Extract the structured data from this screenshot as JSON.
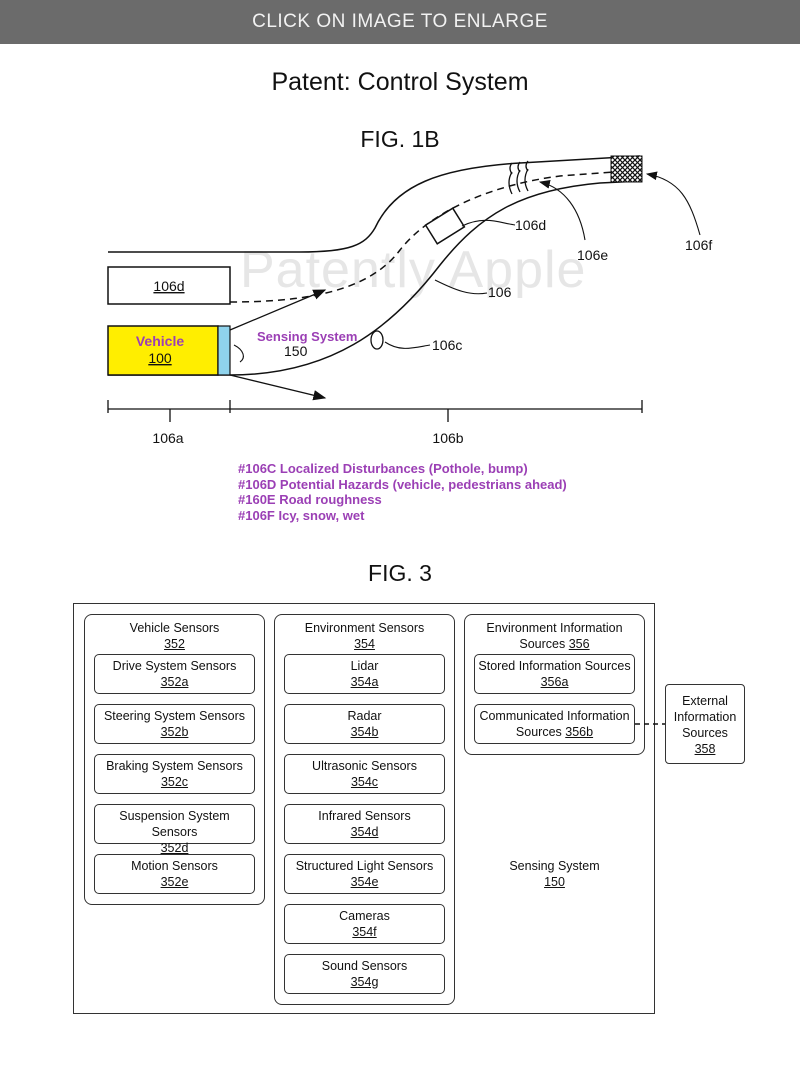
{
  "banner": "CLICK ON IMAGE TO ENLARGE",
  "title": "Patent: Control System",
  "fig1b": {
    "label": "FIG. 1B",
    "watermark": "Patently Apple",
    "box_106d": "106d",
    "vehicle_name": "Vehicle",
    "vehicle_num": "100",
    "sensing_label": "Sensing System",
    "sensing_num": "150",
    "ref_106d": "106d",
    "ref_106e": "106e",
    "ref_106f": "106f",
    "ref_106": "106",
    "ref_106c": "106c",
    "ref_106a": "106a",
    "ref_106b": "106b",
    "notes": [
      "#106C Localized Disturbances (Pothole, bump)",
      "#106D Potential Hazards (vehicle, pedestrians ahead)",
      "#160E Road roughness",
      "#106F Icy, snow, wet"
    ]
  },
  "fig3": {
    "label": "FIG. 3",
    "vehicle_sensors": {
      "title": "Vehicle Sensors",
      "num": "352",
      "items": [
        {
          "name": "Drive System Sensors",
          "num": "352a"
        },
        {
          "name": "Steering System Sensors",
          "num": "352b"
        },
        {
          "name": "Braking System Sensors",
          "num": "352c"
        },
        {
          "name": "Suspension System Sensors",
          "num": "352d"
        },
        {
          "name": "Motion Sensors",
          "num": "352e"
        }
      ]
    },
    "environment_sensors": {
      "title": "Environment Sensors",
      "num": "354",
      "items": [
        {
          "name": "Lidar",
          "num": "354a"
        },
        {
          "name": "Radar",
          "num": "354b"
        },
        {
          "name": "Ultrasonic Sensors",
          "num": "354c"
        },
        {
          "name": "Infrared Sensors",
          "num": "354d"
        },
        {
          "name": "Structured Light Sensors",
          "num": "354e"
        },
        {
          "name": "Cameras",
          "num": "354f"
        },
        {
          "name": "Sound Sensors",
          "num": "354g"
        }
      ]
    },
    "env_info": {
      "title_line1": "Environment Information",
      "title_line2": "Sources",
      "num": "356",
      "stored": {
        "name": "Stored Information Sources",
        "num": "356a"
      },
      "communicated": {
        "line1": "Communicated Information",
        "line2": "Sources",
        "num": "356b"
      }
    },
    "external": {
      "line1": "External",
      "line2": "Information",
      "line3": "Sources",
      "num": "358"
    },
    "sensing": {
      "name": "Sensing System",
      "num": "150"
    }
  },
  "colors": {
    "vehicle_fill": "#ffee00",
    "sensor_fill": "#8fd3ec",
    "accent_purple": "#9b3fb5",
    "banner": "#6b6b6b"
  }
}
